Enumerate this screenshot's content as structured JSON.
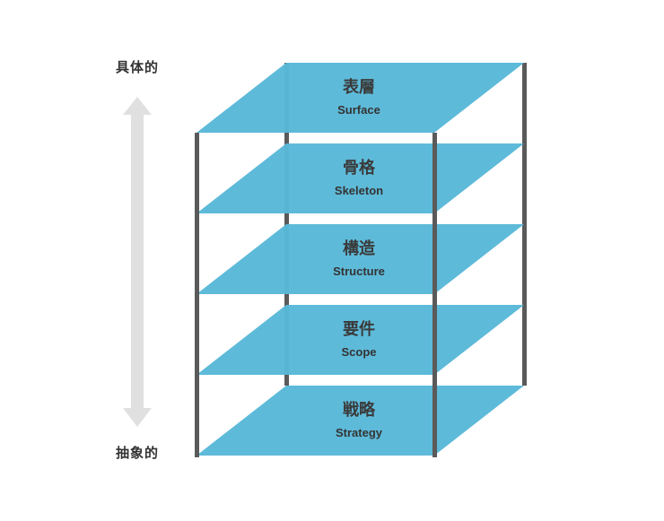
{
  "axis": {
    "top_label": "具体的",
    "bottom_label": "抽象的"
  },
  "colors": {
    "plane": "#59b8d8",
    "pillar": "#5a5a5a",
    "arrow": "#e0e0e0",
    "text": "#333333"
  },
  "layers": [
    {
      "title": "表層",
      "subtitle": "Surface"
    },
    {
      "title": "骨格",
      "subtitle": "Skeleton"
    },
    {
      "title": "構造",
      "subtitle": "Structure"
    },
    {
      "title": "要件",
      "subtitle": "Scope"
    },
    {
      "title": "戦略",
      "subtitle": "Strategy"
    }
  ]
}
